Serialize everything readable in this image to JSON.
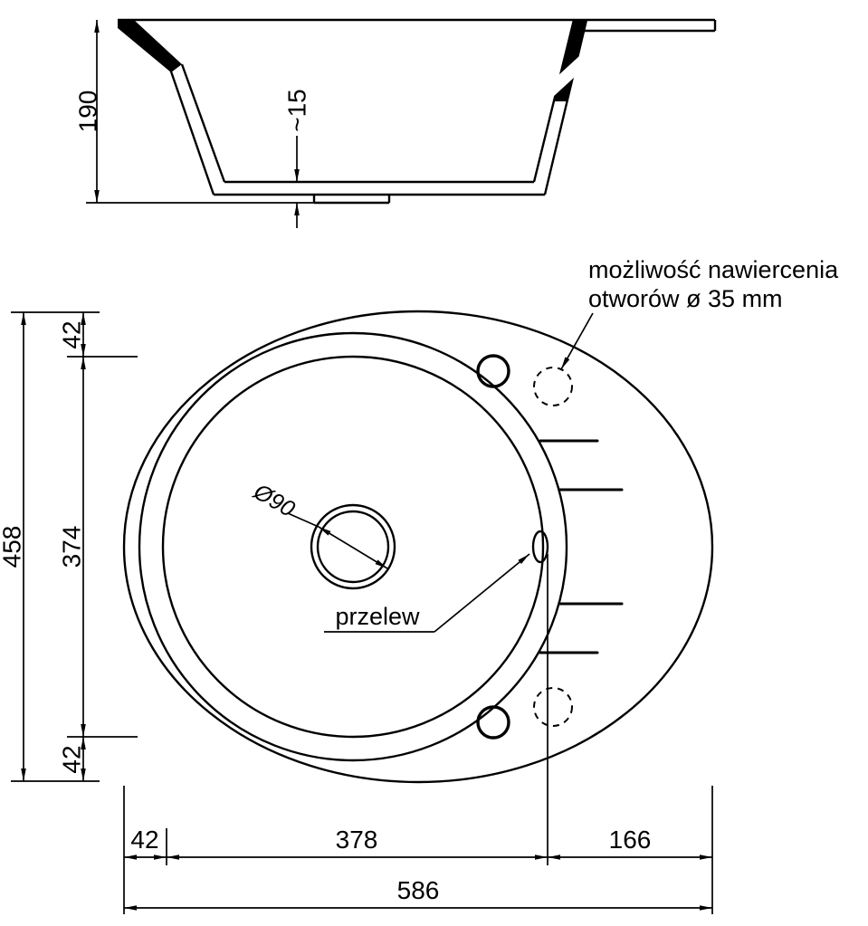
{
  "meta": {
    "line_color": "#000000",
    "background_color": "#ffffff"
  },
  "cross_section": {
    "height_label": "190",
    "bottom_thickness_label": "~15"
  },
  "top_view": {
    "drill_note_line1": "możliwość nawiercenia",
    "drill_note_line2": "otworów ø 35 mm",
    "drain_diameter_label": "Ø90",
    "overflow_label": "przelew"
  },
  "dimensions": {
    "overall_height": "458",
    "top_offset": "42",
    "bowl_inner_height": "374",
    "bottom_offset": "42",
    "left_offset": "42",
    "bowl_inner_width": "378",
    "drainer_width": "166",
    "overall_width": "586"
  }
}
